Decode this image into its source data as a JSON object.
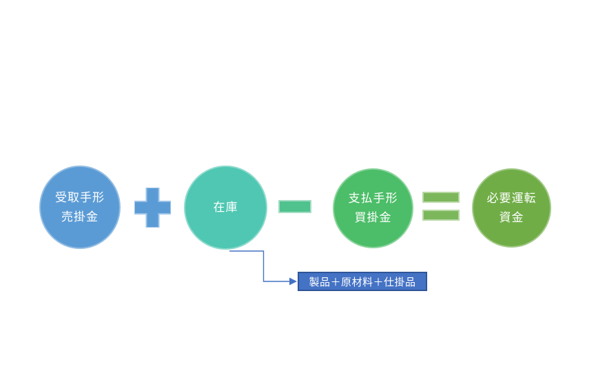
{
  "page": {
    "background": "#FFFFFF"
  },
  "diagram": {
    "nodes": [
      {
        "id": "receivables",
        "label": "受取手形\n売掛金",
        "shape": "circle",
        "color": "#5B9BD5",
        "text_color": "#FFFFFF"
      },
      {
        "id": "inventory",
        "label": "在庫",
        "shape": "circle",
        "color": "#4FC7B2",
        "text_color": "#FFFFFF"
      },
      {
        "id": "payables",
        "label": "支払手形\n買掛金",
        "shape": "circle",
        "color": "#4CBD68",
        "text_color": "#FFFFFF"
      },
      {
        "id": "working-capital",
        "label": "必要運転\n資金",
        "shape": "circle",
        "color": "#70AD47",
        "text_color": "#FFFFFF"
      }
    ],
    "operators": [
      {
        "id": "plus",
        "icon": "plus-icon",
        "color": "#5B9BD5",
        "outline": "#9CC3E8"
      },
      {
        "id": "minus",
        "icon": "minus-icon",
        "color": "#50C28D",
        "outline": "#A4DDC4"
      },
      {
        "id": "equals",
        "icon": "equals-icon",
        "color": "#7CB75C",
        "outline": "#B9D8A4"
      }
    ],
    "callout": {
      "label": "製品＋原材料＋仕掛品",
      "fill": "#4472C4",
      "border_color": "#2F5597",
      "text_color": "#FFFFFF",
      "connector_color": "#4472C4",
      "source_node": "inventory"
    }
  }
}
